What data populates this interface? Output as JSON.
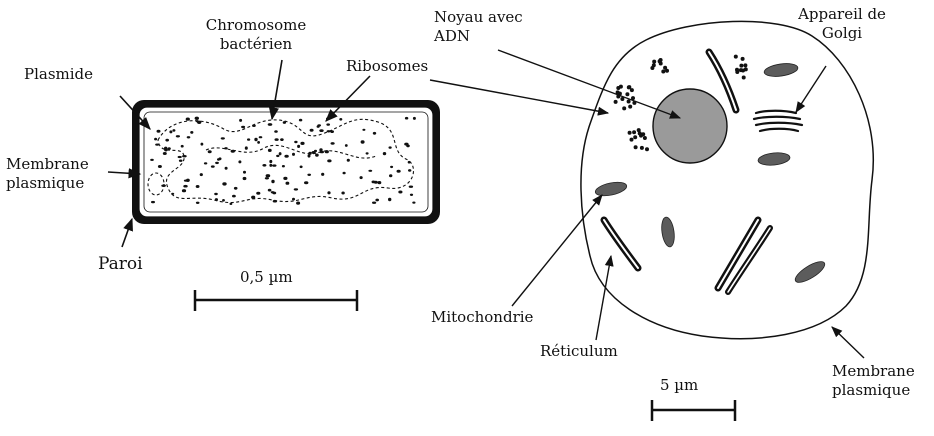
{
  "bacterium": {
    "labels": {
      "chromosome_line1": "Chromosome",
      "chromosome_line2": "bactérien",
      "ribosomes": "Ribosomes",
      "plasmid": "Plasmide",
      "membrane_line1": "Membrane",
      "membrane_line2": "plasmique",
      "wall": "Paroi"
    },
    "scale_bar": {
      "label": "0,5 µm"
    }
  },
  "eukaryote": {
    "labels": {
      "nucleus_line1": "Noyau avec",
      "nucleus_line2": "ADN",
      "golgi_line1": "Appareil de",
      "golgi_line2": "Golgi",
      "mitochondria": "Mitochondrie",
      "reticulum": "Réticulum",
      "membrane_line1": "Membrane",
      "membrane_line2": "plasmique"
    },
    "scale_bar": {
      "label": "5 µm"
    }
  },
  "colors": {
    "ink": "#111111",
    "nucleus": "#9a9a9a",
    "mitochondria": "#5c5c5c",
    "membrane_gap": "#ffffff"
  }
}
